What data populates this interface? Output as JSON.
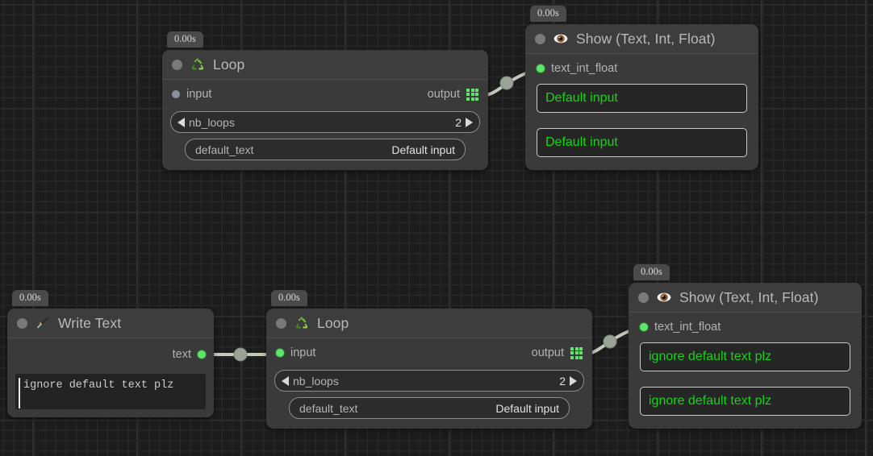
{
  "app": {
    "kind": "node-graph-editor",
    "background": "#1c1c1c"
  },
  "colors": {
    "node_bg": "#3a3a3a",
    "node_header_bg": "#3d3d3d",
    "title_text": "#b9b9b9",
    "port_connected": "#5ee66a",
    "port_unconnected": "#8a8fa0",
    "output_text": "#16d416",
    "wire": "#c3cabb",
    "timer_badge_bg": "#4a4a4a"
  },
  "nodes": [
    {
      "id": "loop-top",
      "timer": "0.00s",
      "title": "Loop",
      "icon": "recycle-icon",
      "input_port": {
        "label": "input",
        "connected": false
      },
      "output_port": {
        "label": "output",
        "icon": "grid-icon"
      },
      "widgets": [
        {
          "type": "stepper",
          "name": "nb_loops",
          "value": "2"
        },
        {
          "type": "field",
          "name": "default_text",
          "value": "Default input"
        }
      ]
    },
    {
      "id": "show-top",
      "timer": "0.00s",
      "title": "Show (Text, Int, Float)",
      "icon": "eye-icon",
      "input_port": {
        "label": "text_int_float",
        "connected": true
      },
      "outputs": [
        "Default input",
        "Default input"
      ]
    },
    {
      "id": "write-text",
      "timer": "0.00s",
      "title": "Write Text",
      "icon": "pen-icon",
      "output_port": {
        "label": "text",
        "connected": true
      },
      "textarea": {
        "value": "ignore default text plz"
      }
    },
    {
      "id": "loop-bottom",
      "timer": "0.00s",
      "title": "Loop",
      "icon": "recycle-icon",
      "input_port": {
        "label": "input",
        "connected": true
      },
      "output_port": {
        "label": "output",
        "icon": "grid-icon"
      },
      "widgets": [
        {
          "type": "stepper",
          "name": "nb_loops",
          "value": "2"
        },
        {
          "type": "field",
          "name": "default_text",
          "value": "Default input"
        }
      ]
    },
    {
      "id": "show-bottom",
      "timer": "0.00s",
      "title": "Show (Text, Int, Float)",
      "icon": "eye-icon",
      "input_port": {
        "label": "text_int_float",
        "connected": true
      },
      "outputs": [
        "ignore default text plz",
        "ignore default text plz"
      ]
    }
  ],
  "connections": [
    {
      "from": "loop-top.output",
      "to": "show-top.text_int_float"
    },
    {
      "from": "write-text.text",
      "to": "loop-bottom.input"
    },
    {
      "from": "loop-bottom.output",
      "to": "show-bottom.text_int_float"
    }
  ]
}
